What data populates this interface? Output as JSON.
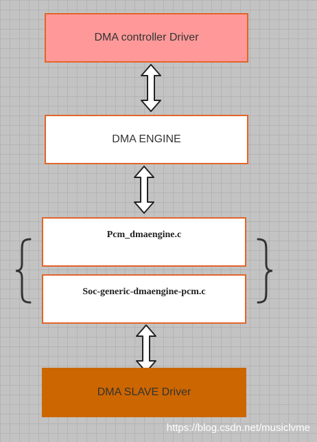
{
  "boxes": {
    "dma_controller_driver": "DMA controller Driver",
    "dma_engine": "DMA ENGINE",
    "pcm_dmaengine": "Pcm_dmaengine.c",
    "soc_generic": "Soc-generic-dmaengine-pcm.c",
    "dma_slave_driver": "DMA SLAVE Driver"
  },
  "colors": {
    "controller_fill": "#ff9999",
    "slave_fill": "#cc6600",
    "border": "#e0642a",
    "plain_fill": "#ffffff"
  },
  "watermark": "https://blog.csdn.net/musiclvme"
}
